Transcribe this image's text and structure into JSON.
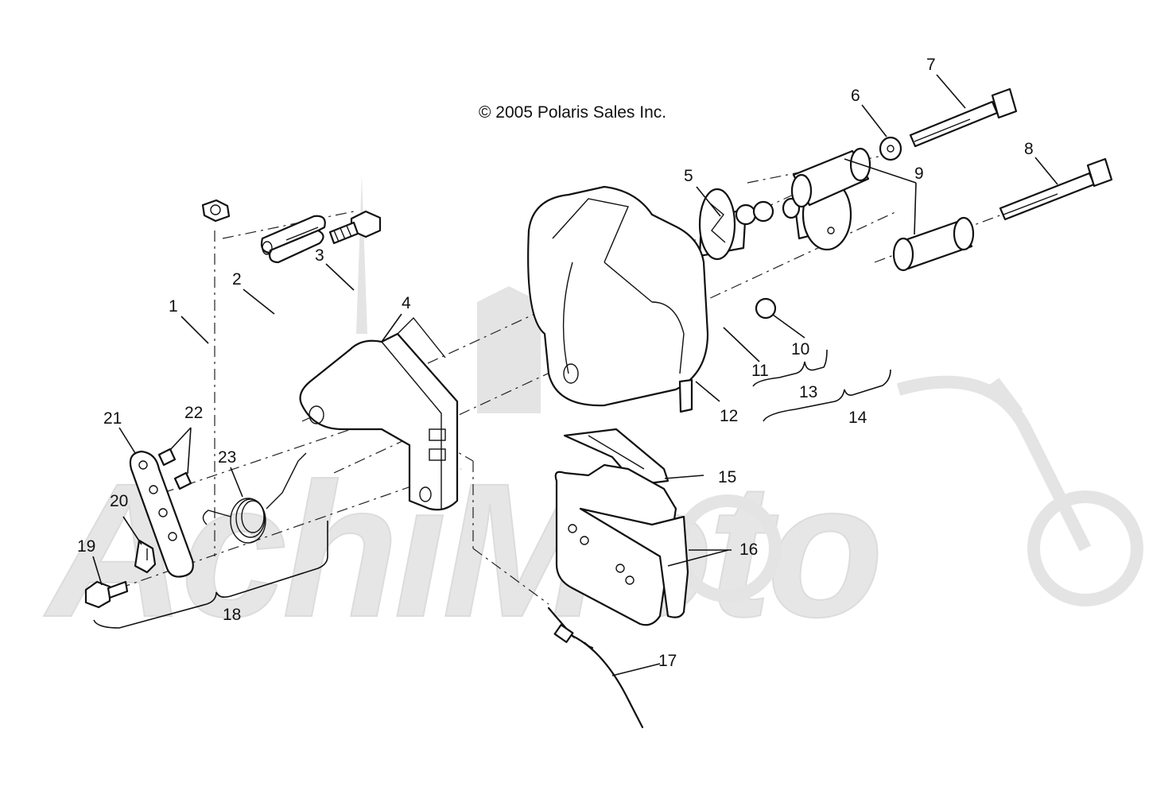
{
  "copyright": "© 2005 Polaris Sales Inc.",
  "watermark": "AchiMoto",
  "callouts": {
    "c1": "1",
    "c2": "2",
    "c3": "3",
    "c4": "4",
    "c5": "5",
    "c6": "6",
    "c7": "7",
    "c8": "8",
    "c9": "9",
    "c10": "10",
    "c11": "11",
    "c12": "12",
    "c13": "13",
    "c14": "14",
    "c15": "15",
    "c16": "16",
    "c17": "17",
    "c18": "18",
    "c19": "19",
    "c20": "20",
    "c21": "21",
    "c22": "22",
    "c23": "23"
  },
  "colors": {
    "ink": "#111111",
    "watermark": "#e4e4e4",
    "background": "#ffffff"
  }
}
